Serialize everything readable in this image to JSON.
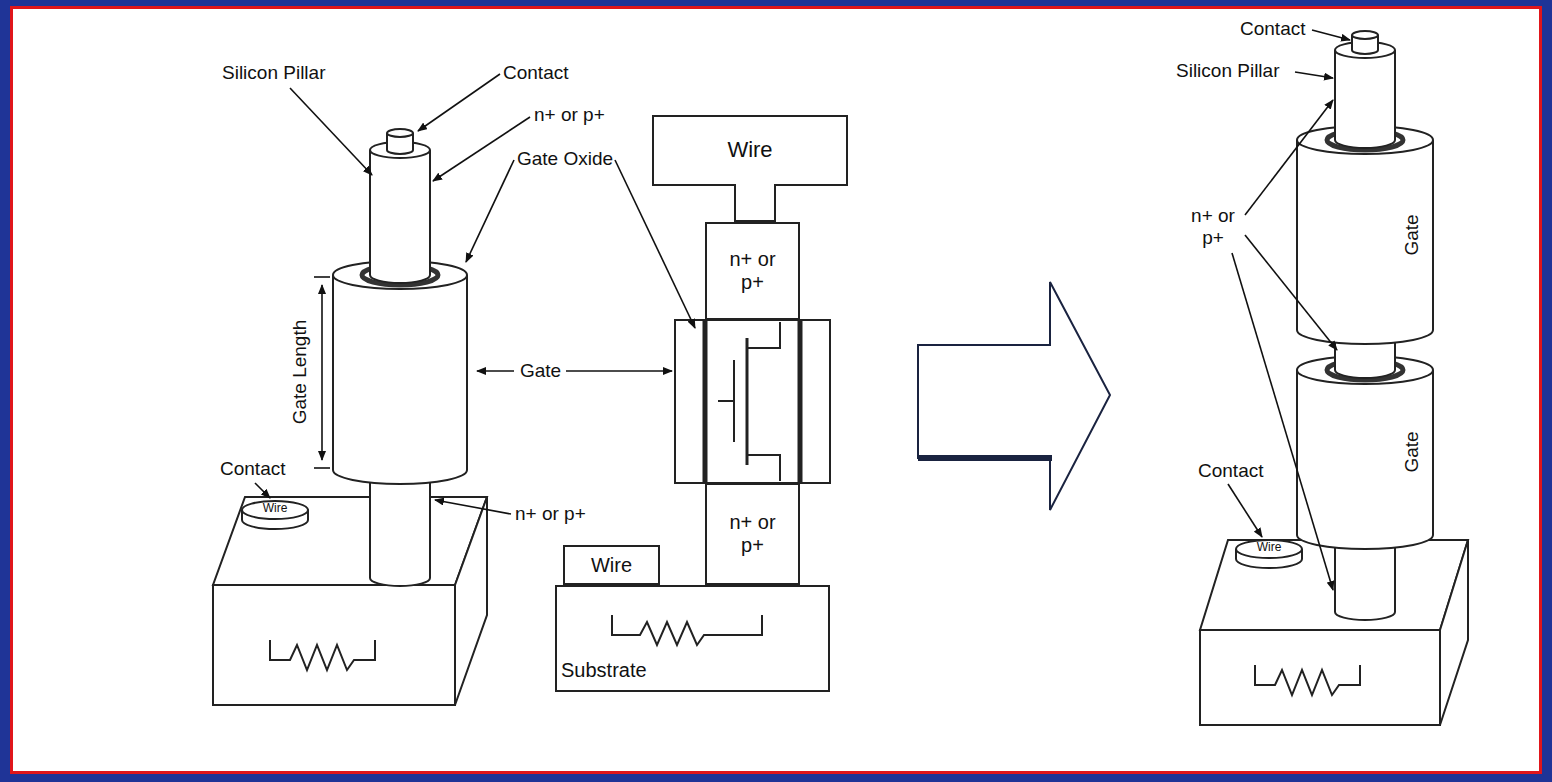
{
  "diagram": {
    "nodes": [
      {
        "text": [
          "Wire"
        ]
      },
      {
        "text": [
          "Wire"
        ]
      },
      {
        "text": [
          "n+ or p+"
        ]
      },
      {
        "text": [
          "n+ or p+"
        ]
      },
      {
        "text": [
          "Wire"
        ]
      },
      {
        "text": [
          "Substrate"
        ]
      },
      {
        "text": [
          "Wire"
        ]
      }
    ],
    "labels": [
      "Silicon Pillar",
      "Contact",
      "n+ or p+",
      "Gate Oxide",
      "Gate Length",
      "Gate",
      "Contact",
      "n+ or p+",
      "Contact",
      "Silicon Pillar",
      "n+ or p+",
      "Gate",
      "Gate",
      "Contact"
    ]
  }
}
